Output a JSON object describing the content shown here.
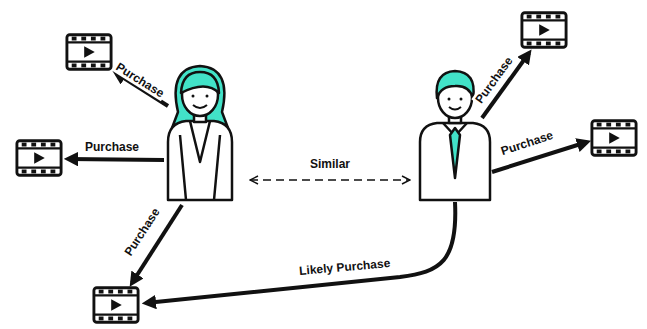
{
  "diagram": {
    "labels": [
      "Purchase",
      "Purchase",
      "Purchase",
      "Purchase",
      "Purchase",
      "Similar",
      "Likely Purchase"
    ]
  }
}
